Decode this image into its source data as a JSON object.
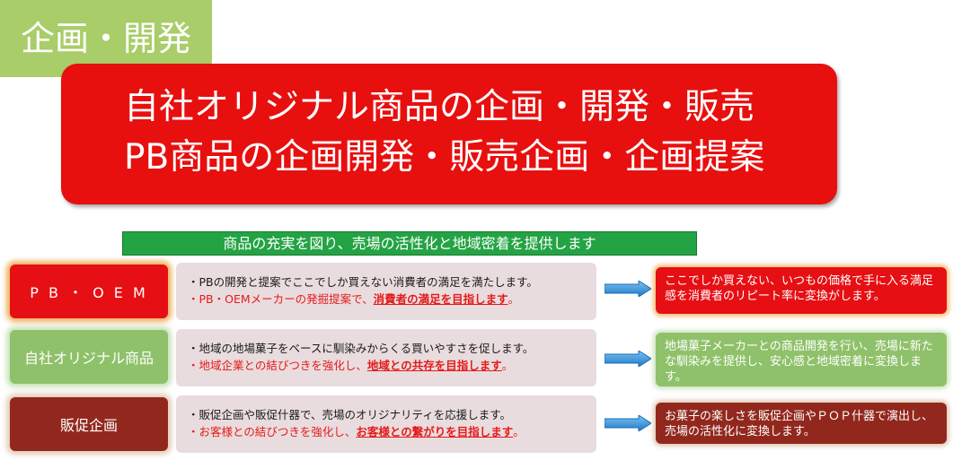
{
  "tag": {
    "label": "企画・開発"
  },
  "banner": {
    "line1": "自社オリジナル商品の企画・開発・販売",
    "line2": "PB商品の企画開発・販売企画・企画提案"
  },
  "slogan": "商品の充実を図り、売場の活性化と地域密着を提供します",
  "rows": [
    {
      "category": "P B ・ O E M",
      "line1": "・PBの開発と提案でここでしか買えない消費者の満足を満たします。",
      "line2_prefix": "・PB・OEMメーカーの発掘提案で、",
      "line2_emph": "消費者の満足を目指します",
      "line2_suffix": "。",
      "result": "ここでしか買えない、いつもの価格で手に入る満足感を消費者のリピート率に変換がします。"
    },
    {
      "category": "自社オリジナル商品",
      "line1": "・地域の地場菓子をベースに馴染みからくる買いやすさを促します。",
      "line2_prefix": "・地域企業との結びつきを強化し、",
      "line2_emph": "地域との共存を目指します",
      "line2_suffix": "。",
      "result": "地場菓子メーカーとの商品開発を行い、売場に新たな馴染みを提供し、安心感と地域密着に変換します。"
    },
    {
      "category": "販促企画",
      "line1": "・販促企画や販促什器で、売場のオリジナリティを応援します。",
      "line2_prefix": "・お客様との結びつきを強化し、",
      "line2_emph": "お客様との繋がりを目指します",
      "line2_suffix": "。",
      "result": "お菓子の楽しさを販促企画やＰＯＰ什器で演出し、売場の活性化に変換します。"
    }
  ],
  "colors": {
    "tag": "#a9cd68",
    "banner": "#e80f0f",
    "slogan": "#24a344",
    "pb": "#e60f13",
    "own": "#8fc16a",
    "promo": "#92281d",
    "arrow": "#2a8fd6"
  },
  "icons": {
    "arrow": "right-arrow-icon"
  }
}
